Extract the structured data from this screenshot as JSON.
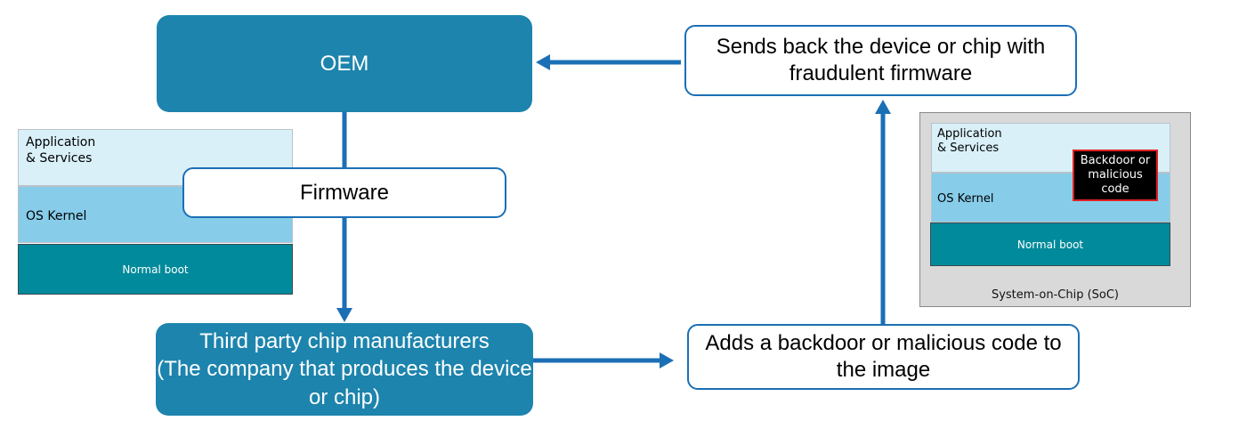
{
  "nodes": {
    "oem": "OEM",
    "firmware": "Firmware",
    "sends_back": "Sends back the device or chip with fraudulent firmware",
    "third_party_line1": "Third party chip manufacturers",
    "third_party_line2": "(The company that produces the device or chip)",
    "adds_backdoor": "Adds a backdoor or malicious code to the image"
  },
  "left_stack": {
    "app_services_line1": "Application",
    "app_services_line2": "& Services",
    "os_kernel": "OS Kernel",
    "normal_boot": "Normal boot"
  },
  "soc_stack": {
    "app_services_line1": "Application",
    "app_services_line2": "& Services",
    "os_kernel": "OS Kernel",
    "normal_boot": "Normal boot",
    "backdoor_line1": "Backdoor or",
    "backdoor_line2": "malicious",
    "backdoor_line3": "code",
    "caption": "System-on-Chip (SoC)"
  },
  "colors": {
    "dark_box": "#1d84ad",
    "arrow": "#1b6fb5",
    "backdoor_border": "#e02020",
    "backdoor_fill": "#000000"
  }
}
